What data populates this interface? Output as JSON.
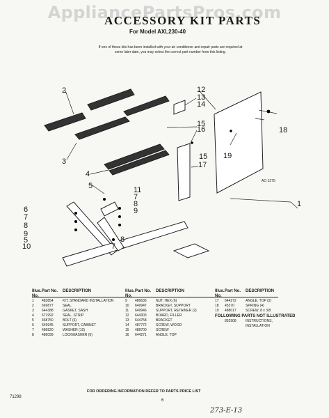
{
  "watermark": "AppliancePartsPros.com",
  "title": "ACCESSORY KIT PARTS",
  "model_line": "For Model AXL230-40",
  "note": "If one of these kits has been installed with your air conditioner and repair parts are required at some later date, you may select the correct part number from this listing.",
  "figure_code": "AC-1275",
  "callouts": [
    "1",
    "2",
    "3",
    "4",
    "5",
    "6",
    "7",
    "8",
    "9",
    "10",
    "11",
    "12",
    "13",
    "14",
    "15",
    "16",
    "17",
    "18",
    "19"
  ],
  "tables": [
    {
      "headers": [
        "Illus. No.",
        "Part No.",
        "DESCRIPTION"
      ],
      "rows": [
        [
          "1",
          "483854",
          "KIT, STANDARD INSTALLATION"
        ],
        [
          "2",
          "669877",
          "SEAL"
        ],
        [
          "3",
          "644388",
          "GASKET, SASH"
        ],
        [
          "4",
          "671992",
          "SEAL, STRIP"
        ],
        [
          "5",
          "468750",
          "BOLT (6)"
        ],
        [
          "6",
          "649945",
          "SUPPORT, CABINET"
        ],
        [
          "7",
          "486820",
          "WASHER (10)"
        ],
        [
          "8",
          "486099",
          "LOCKWASHER (6)"
        ]
      ]
    },
    {
      "headers": [
        "Illus. No.",
        "Part No.",
        "DESCRIPTION"
      ],
      "rows": [
        [
          "9",
          "486636",
          "NUT, HEX (6)"
        ],
        [
          "10",
          "649947",
          "BRACKET, SUPPORT"
        ],
        [
          "11",
          "649946",
          "SUPPORT, RETAINER (2)"
        ],
        [
          "12",
          "644303",
          "BOARD, FILLER"
        ],
        [
          "13",
          "644758",
          "BRACKET"
        ],
        [
          "14",
          "487772",
          "SCREW, WOOD"
        ],
        [
          "15",
          "488700",
          "SCREW"
        ],
        [
          "16",
          "644271",
          "ANGLE, TOP"
        ]
      ]
    },
    {
      "headers": [
        "Illus. No.",
        "Part No.",
        "DESCRIPTION"
      ],
      "rows": [
        [
          "17",
          "644272",
          "ANGLE, TOP (2)"
        ],
        [
          "18",
          "45370",
          "SPRING (4)"
        ],
        [
          "19",
          "488017",
          "SCREW, 8 x 3/8"
        ]
      ],
      "extra_heading": "FOLLOWING PARTS NOT ILLUSTRATED",
      "extra_rows": [
        [
          "",
          "852908",
          "INSTRUCTIONS, INSTALLATION"
        ]
      ]
    }
  ],
  "footer": "FOR ORDERING INFORMATION REFER TO PARTS PRICE LIST",
  "footer_number": "71298",
  "page_number": "6",
  "handwritten": "273-E-13"
}
